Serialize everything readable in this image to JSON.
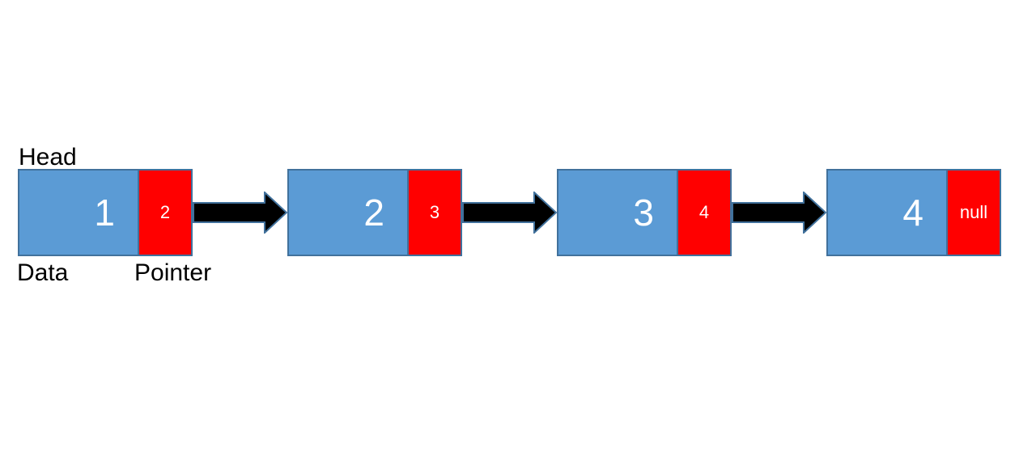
{
  "labels": {
    "head": "Head",
    "data": "Data",
    "pointer": "Pointer"
  },
  "nodes": [
    {
      "data": "1",
      "pointer": "2"
    },
    {
      "data": "2",
      "pointer": "3"
    },
    {
      "data": "3",
      "pointer": "4"
    },
    {
      "data": "4",
      "pointer": "null"
    }
  ],
  "colors": {
    "background": "#ffffff",
    "node_fill": "#5b9bd5",
    "node_border": "#41719c",
    "pointer_fill": "#ff0000",
    "node_text": "#ffffff",
    "label_text": "#000000",
    "arrow_fill": "#000000",
    "arrow_outline": "#41719c"
  }
}
